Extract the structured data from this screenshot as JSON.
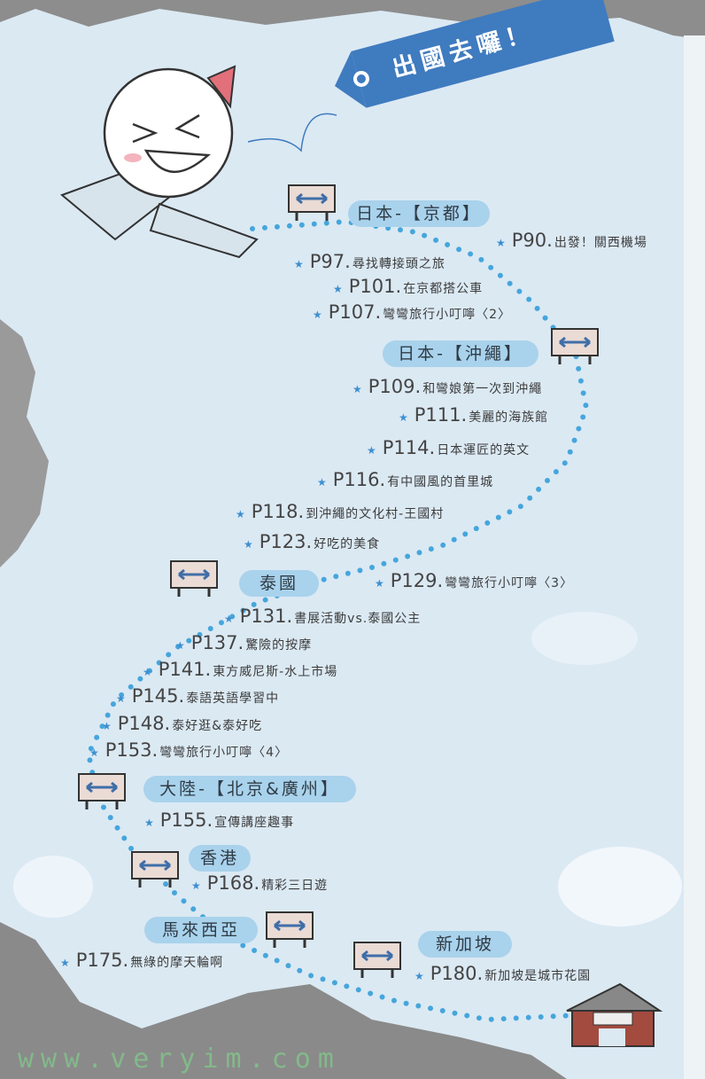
{
  "title": "出國去囉！",
  "sections": [
    {
      "label": "日本-【京都】",
      "items": [
        {
          "page": "P90.",
          "text": "出發！關西機場"
        },
        {
          "page": "P97.",
          "text": "尋找轉接頭之旅"
        },
        {
          "page": "P101.",
          "text": "在京都搭公車"
        },
        {
          "page": "P107.",
          "text": "彎彎旅行小叮嚀〈2〉"
        }
      ]
    },
    {
      "label": "日本-【沖繩】",
      "items": [
        {
          "page": "P109.",
          "text": "和彎娘第一次到沖繩"
        },
        {
          "page": "P111.",
          "text": "美麗的海族館"
        },
        {
          "page": "P114.",
          "text": "日本運匠的英文"
        },
        {
          "page": "P116.",
          "text": "有中國風的首里城"
        },
        {
          "page": "P118.",
          "text": "到沖繩的文化村-王國村"
        },
        {
          "page": "P123.",
          "text": "好吃的美食"
        }
      ]
    },
    {
      "label": "泰國",
      "items": [
        {
          "page": "P129.",
          "text": "彎彎旅行小叮嚀〈3〉"
        },
        {
          "page": "P131.",
          "text": "書展活動vs.泰國公主"
        },
        {
          "page": "P137.",
          "text": "驚險的按摩"
        },
        {
          "page": "P141.",
          "text": "東方威尼斯-水上市場"
        },
        {
          "page": "P145.",
          "text": "泰語英語學習中"
        },
        {
          "page": "P148.",
          "text": "泰好逛&泰好吃"
        },
        {
          "page": "P153.",
          "text": "彎彎旅行小叮嚀〈4〉"
        }
      ]
    },
    {
      "label": "大陸-【北京&廣州】",
      "items": [
        {
          "page": "P155.",
          "text": "宣傳講座趣事"
        }
      ]
    },
    {
      "label": "香港",
      "items": [
        {
          "page": "P168.",
          "text": "精彩三日遊"
        }
      ]
    },
    {
      "label": "馬來西亞",
      "items": [
        {
          "page": "P175.",
          "text": "無綠的摩天輪啊"
        }
      ]
    },
    {
      "label": "新加坡",
      "items": [
        {
          "page": "P180.",
          "text": "新加坡是城市花園"
        }
      ]
    }
  ],
  "watermark": "www.veryim.com",
  "colors": {
    "path_dots": "#45a6dc",
    "pill": "#a9d2ec",
    "tag": "#3f7bbf",
    "background": "#dbe9f3",
    "torn_paper": "#8d8d8d"
  }
}
